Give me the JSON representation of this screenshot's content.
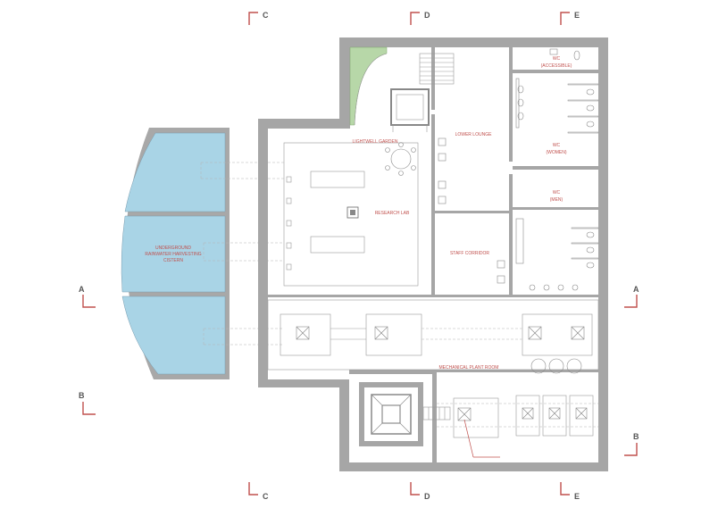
{
  "colors": {
    "wall": "#a6a6a6",
    "water": "#a9d4e6",
    "planting": "#b7d7a8",
    "label": "#c0504d",
    "section_mark": "#c0504d"
  },
  "rooms": {
    "lightwell_garden": "LIGHTWELL GARDEN",
    "lower_lounge": "LOWER LOUNGE",
    "wc_accessible_title": "WC",
    "wc_accessible_sub": "(ACCESSIBLE)",
    "wc_women_title": "WC",
    "wc_women_sub": "(WOMEN)",
    "wc_men_title": "WC",
    "wc_men_sub": "(MEN)",
    "research_lab": "RESEARCH LAB",
    "staff_corridor": "STAFF CORRIDOR",
    "cistern_line1": "UNDERGROUND",
    "cistern_line2": "RAINWATER HARVESTING",
    "cistern_line3": "CISTERN",
    "plant_room": "MECHANICAL PLANT ROOM"
  },
  "section_marks": {
    "c_top": "C",
    "d_top": "D",
    "e_top": "E",
    "c_bottom": "C",
    "d_bottom": "D",
    "e_bottom": "E",
    "a_left": "A",
    "a_right": "A",
    "b_left": "B",
    "b_right": "B"
  }
}
